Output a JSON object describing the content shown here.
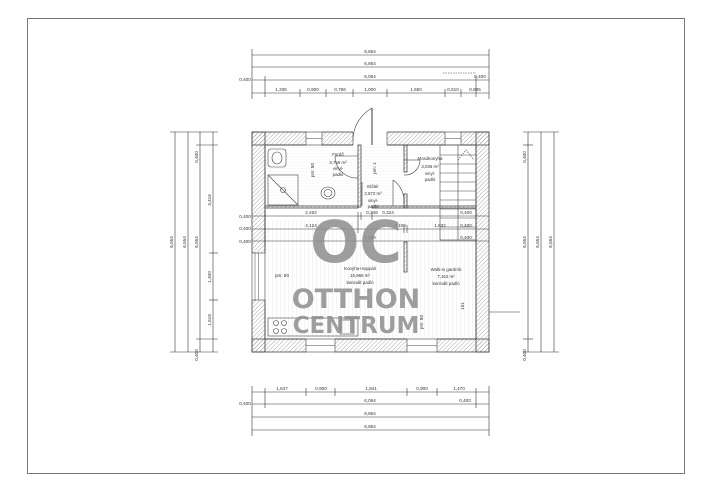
{
  "dimensions": {
    "top": {
      "row1": "6,864",
      "row2": "6,864",
      "row3_left": "0,400",
      "row3_mid": "6,064",
      "row3_right": "0,400",
      "row4": [
        "1,336",
        "0,900",
        "0,766",
        "1,000",
        "1,650",
        "0,510",
        "0,885"
      ]
    },
    "bottom": {
      "row1": [
        "1,647",
        "0,900",
        "1,941",
        "0,900",
        "1,470"
      ],
      "row2_left": "0,400",
      "row2_mid": "6,064",
      "row2_right": "0,400",
      "row3": "6,864",
      "row4": "6,864"
    },
    "left": {
      "outer1": "6,554",
      "outer2": "6,554",
      "outer3": "6,554",
      "inner_top": "0,400",
      "inner_a": "3,416",
      "inner_b": "1,400",
      "inner_c": "1,518",
      "inner_bottom": "0,400"
    },
    "right": {
      "outer1": "6,554",
      "outer2": "6,554",
      "outer3": "6,554",
      "inner_top": "0,400",
      "inner_bottom": "0,400"
    },
    "interior": {
      "row1_a": "2,462",
      "row1_b": "0,348",
      "row1_c": "0,324",
      "row2_a": "4,124",
      "row2_b": "0,100",
      "row2_c": "1,832",
      "row2_d": "0,400",
      "row3_mid": "6,064",
      "l_0400_a": "0,400",
      "l_0400_b": "0,400",
      "l_0400_c": "0,400",
      "r_0400_a": "0,400",
      "r_0400_b": "0,400",
      "r_0400_c": "0,400"
    }
  },
  "rooms": {
    "bathroom": {
      "name": "Fürdő",
      "area": "3,756 m²",
      "floor": "vinyl-",
      "floor2": "padló"
    },
    "laundry": {
      "name": "Mosókonyha",
      "area": "3,036 m²",
      "floor": "vinyl-",
      "floor2": "padló"
    },
    "hallway": {
      "name": "Előtér",
      "area": "2,872 m²",
      "floor": "vinyl-",
      "floor2": "padló"
    },
    "kitchen_living": {
      "name": "Konyha+nappali",
      "area": "15,968 m²",
      "floor": "laminált padló"
    },
    "walkin": {
      "name": "Walk-in gardrób",
      "area": "7,162 m²",
      "floor": "laminált padló"
    }
  },
  "small_labels": {
    "nm_a": "pm: 80",
    "nm_b": "pm: 1",
    "nm_c": "pm: 80",
    "nm_d": "pm: 80",
    "window": "101"
  },
  "watermark": {
    "monogram": "OC",
    "line1": "OTTHON",
    "line2": "CENTRUM"
  },
  "colors": {
    "wall_hatch": "#9a9a9a",
    "line": "#333333",
    "watermark": "#8e8e8e",
    "floor_lines": "#d9d9d9"
  }
}
